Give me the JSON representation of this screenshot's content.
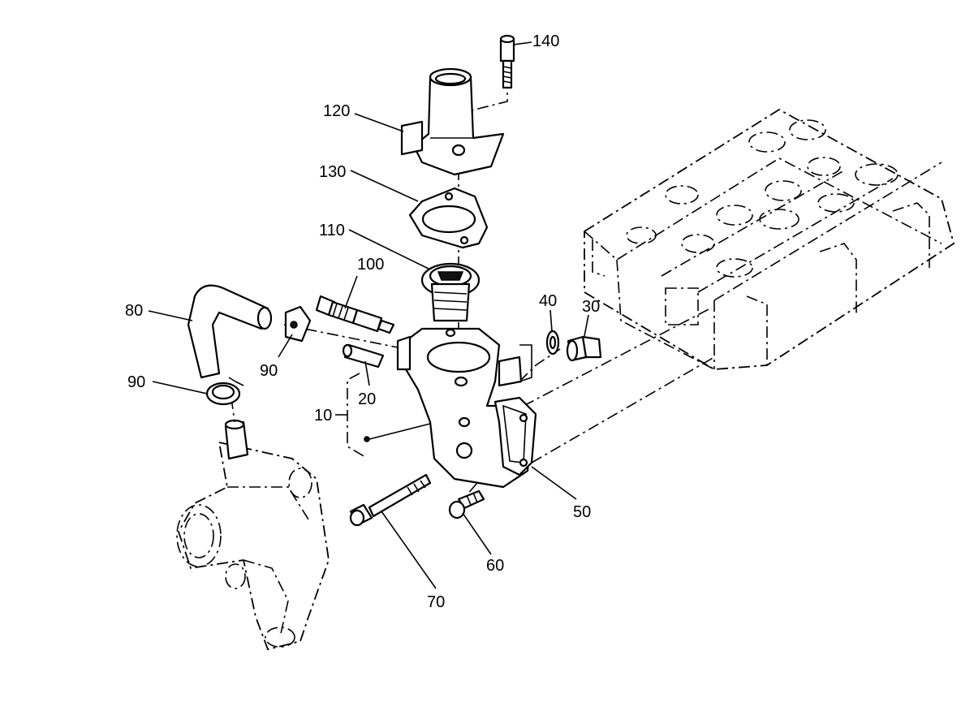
{
  "diagram": {
    "callouts": [
      {
        "id": "c140",
        "text": "140"
      },
      {
        "id": "c120",
        "text": "120"
      },
      {
        "id": "c130",
        "text": "130"
      },
      {
        "id": "c110",
        "text": "110"
      },
      {
        "id": "c100",
        "text": "100"
      },
      {
        "id": "c80",
        "text": "80"
      },
      {
        "id": "c90a",
        "text": "90"
      },
      {
        "id": "c90b",
        "text": "90"
      },
      {
        "id": "c20",
        "text": "20"
      },
      {
        "id": "c10",
        "text": "10"
      },
      {
        "id": "c40",
        "text": "40"
      },
      {
        "id": "c30",
        "text": "30"
      },
      {
        "id": "c50",
        "text": "50"
      },
      {
        "id": "c60",
        "text": "60"
      },
      {
        "id": "c70",
        "text": "70"
      }
    ]
  }
}
